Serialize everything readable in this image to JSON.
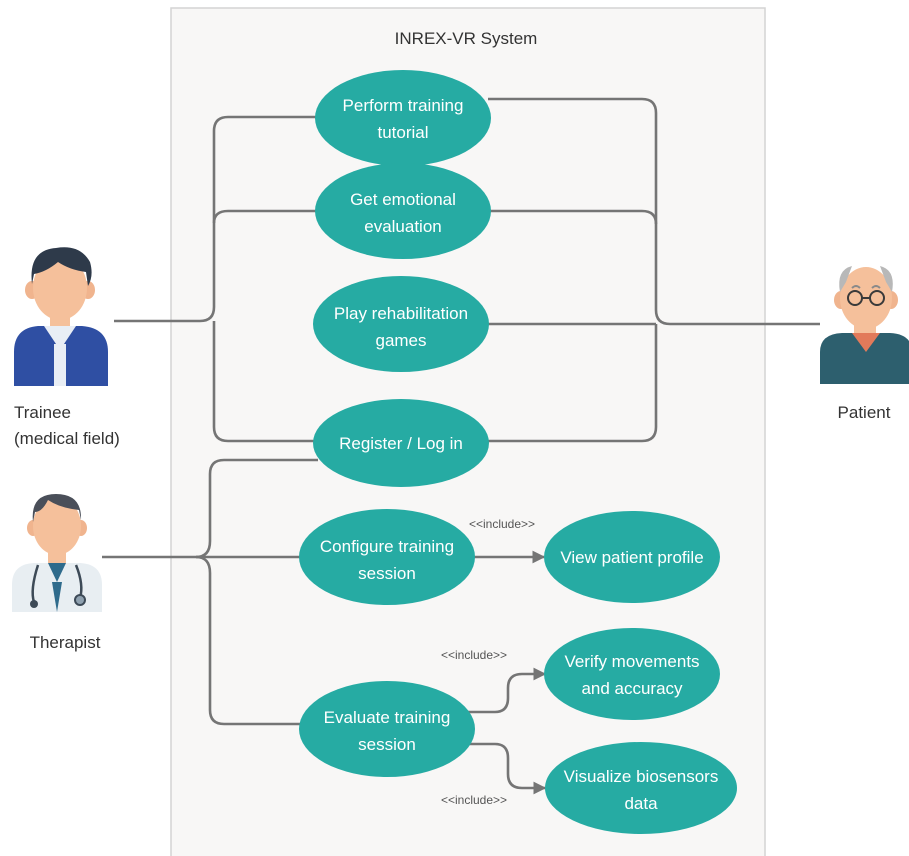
{
  "system": {
    "title": "INREX-VR System"
  },
  "actors": {
    "trainee": {
      "line1": "Trainee",
      "line2": "(medical field)",
      "icon": "trainee-icon"
    },
    "therapist": {
      "label": "Therapist",
      "icon": "doctor-icon"
    },
    "patient": {
      "label": "Patient",
      "icon": "elderly-patient-icon"
    }
  },
  "use_cases": {
    "perform_training": {
      "line1": "Perform training",
      "line2": "tutorial"
    },
    "emotional_eval": {
      "line1": "Get emotional",
      "line2": "evaluation"
    },
    "play_games": {
      "line1": "Play rehabilitation",
      "line2": "games"
    },
    "register": {
      "line1": "Register / Log in"
    },
    "configure": {
      "line1": "Configure training",
      "line2": "session"
    },
    "view_profile": {
      "line1": "View patient profile"
    },
    "evaluate": {
      "line1": "Evaluate training",
      "line2": "session"
    },
    "verify": {
      "line1": "Verify movements",
      "line2": "and accuracy"
    },
    "visualize": {
      "line1": "Visualize biosensors",
      "line2": "data"
    }
  },
  "relations": {
    "include_label": "<<include>>"
  },
  "colors": {
    "use_case_fill": "#26ABA3",
    "connector": "#757575",
    "system_fill": "#F8F7F6",
    "system_border": "#D4D4D4"
  }
}
